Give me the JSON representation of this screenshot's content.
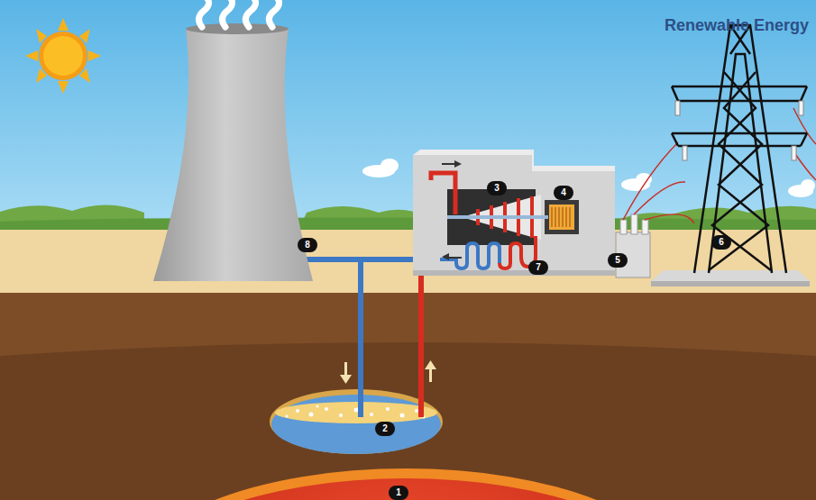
{
  "diagram": {
    "title": "Renewable Energy",
    "labels": [
      "1",
      "2",
      "3",
      "4",
      "5",
      "6",
      "7",
      "8"
    ]
  }
}
